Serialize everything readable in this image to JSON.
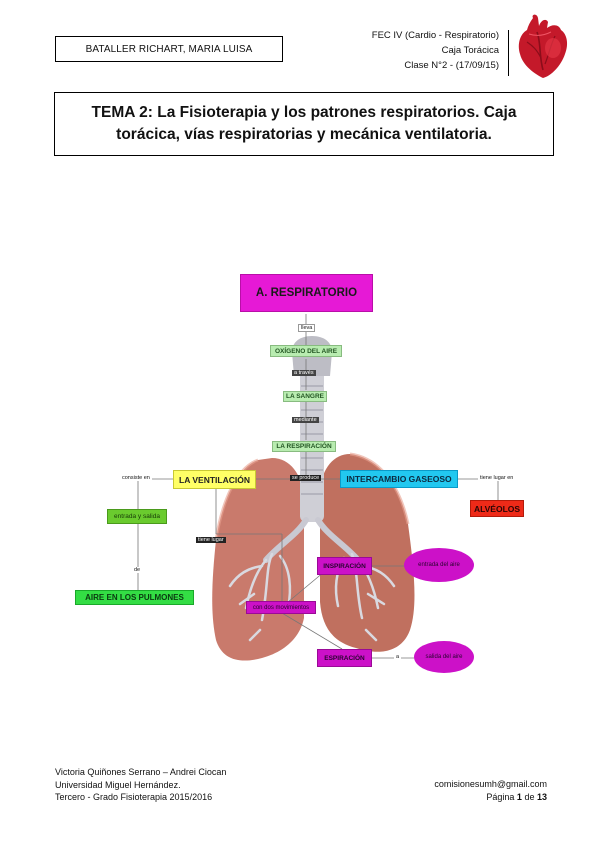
{
  "header": {
    "author_box": "BATALLER RICHART, MARIA LUISA",
    "course": "FEC IV (Cardio - Respiratorio)",
    "topic": "Caja Torácica",
    "class_info": "Clase N°2 - (17/09/15)"
  },
  "title": {
    "lead": "TEMA 2:",
    "text": "La Fisioterapia y los patrones respiratorios. Caja torácica, vías respiratorias y mecánica ventilatoria."
  },
  "concept_map": {
    "root": "A. RESPIRATORIO",
    "link_lleva": "lleva",
    "oxigeno": "OXÍGENO DEL AIRE",
    "link_a_traves": "a través",
    "sangre": "LA SANGRE",
    "link_mediante": "mediante",
    "respiracion": "LA RESPIRACIÓN",
    "link_consiste": "consiste en",
    "ventilacion": "LA VENTILACIÓN",
    "link_se_produce": "se produce",
    "intercambio": "INTERCAMBIO GASEOSO",
    "link_tiene_lugar_en": "tiene lugar en",
    "alveolos": "ALVÉOLOS",
    "entrada_salida": "entrada y salida",
    "link_de": "de",
    "aire_pulmones": "AIRE EN LOS PULMONES",
    "link_tiene_lugar": "tiene lugar",
    "inspiracion": "INSPIRACIÓN",
    "entrada_aire": "entrada del aire",
    "movimientos": "con dos movimientos",
    "espiracion": "ESPIRACIÓN",
    "salida_aire": "salida del aire",
    "link_a": "a"
  },
  "colors": {
    "magenta": "#e619d6",
    "light_green": "#b8ecb0",
    "yellow": "#ffff66",
    "cyan": "#22c8f0",
    "red": "#ee2a18",
    "green": "#6acb2e",
    "bright_green": "#33dd44",
    "purple": "#cc11c8",
    "lung": "#c97a6c"
  },
  "footer": {
    "authors": "Victoria Quiñones Serrano – Andrei Ciocan",
    "university": "Universidad Miguel Hernández.",
    "year": "Tercero - Grado Fisioterapia 2015/2016",
    "email": "comisionesumh@gmail.com",
    "page_prefix": "Página",
    "page_num": "1",
    "page_of": "de",
    "page_total": "13"
  }
}
